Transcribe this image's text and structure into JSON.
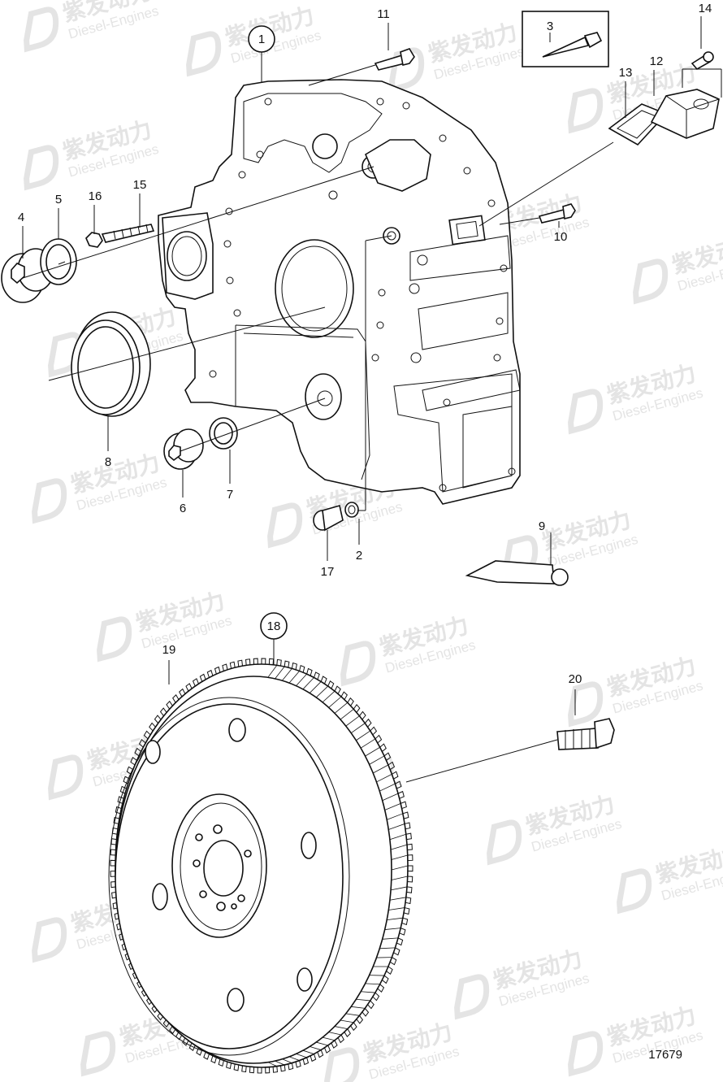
{
  "drawing_number": "17679",
  "watermark": {
    "brand_cn": "紫发动力",
    "brand_en": "Diesel-Engines",
    "color": "#e4e4e4"
  },
  "callouts": [
    "1",
    "2",
    "3",
    "4",
    "5",
    "6",
    "7",
    "8",
    "9",
    "10",
    "11",
    "12",
    "13",
    "14",
    "15",
    "16",
    "17",
    "18",
    "19",
    "20"
  ],
  "circled_callouts": [
    "1",
    "18"
  ],
  "colors": {
    "line": "#111111",
    "background": "#ffffff"
  }
}
